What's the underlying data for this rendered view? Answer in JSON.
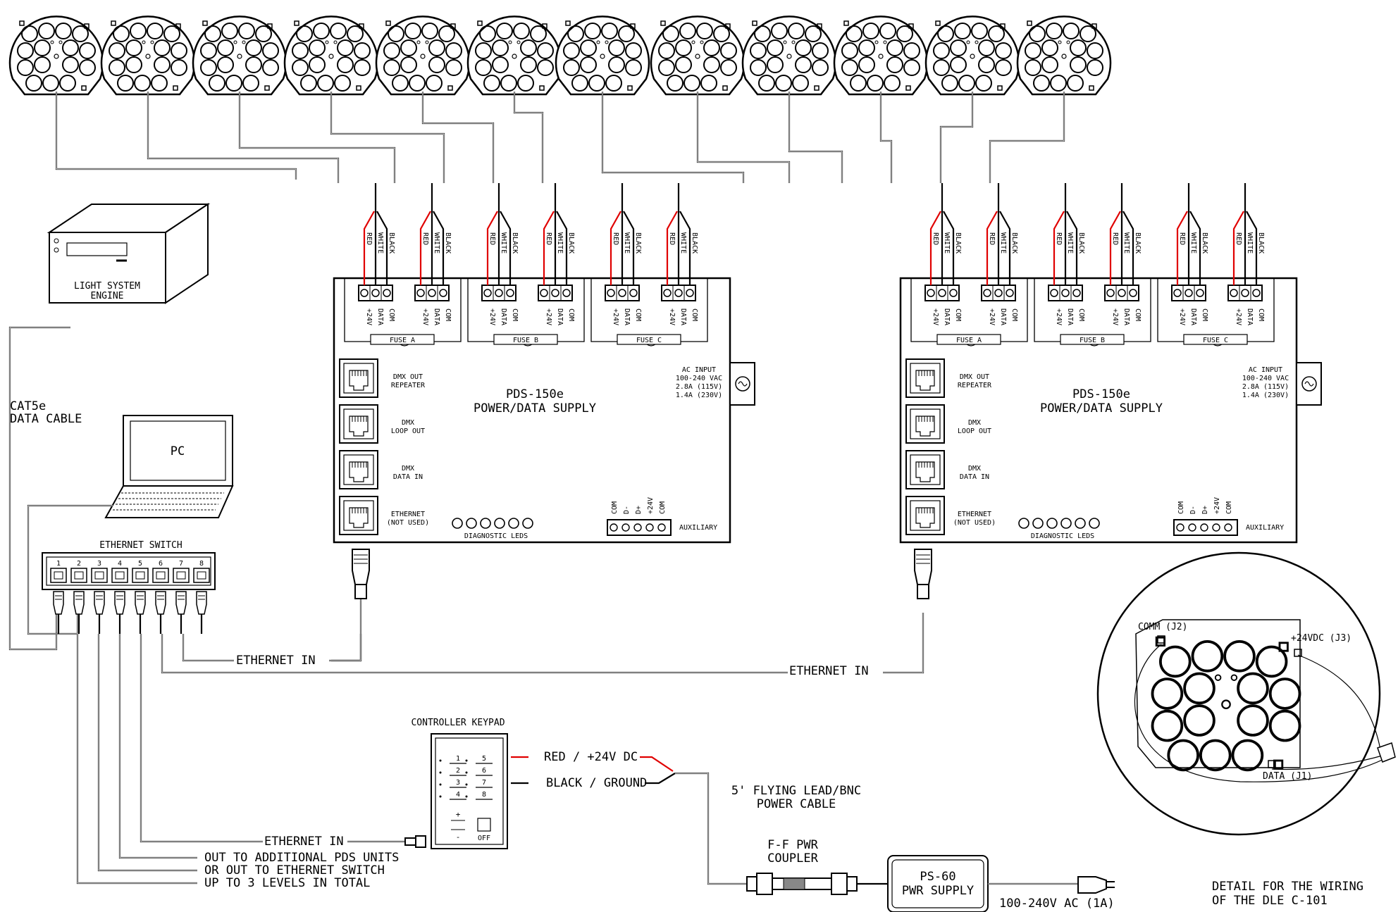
{
  "fixtures": {
    "count": 12
  },
  "wire_labels": {
    "red": "RED",
    "white": "WHITE",
    "black": "BLACK"
  },
  "terminal_labels": {
    "v24": "+24V",
    "data": "DATA",
    "com": "COM"
  },
  "pds": {
    "title": "PDS-150e",
    "subtitle": "POWER/DATA SUPPLY",
    "fuses": [
      "FUSE A",
      "FUSE B",
      "FUSE C"
    ],
    "ac_input": [
      "AC INPUT",
      "100-240 VAC",
      "2.8A (115V)",
      "1.4A (230V)"
    ],
    "ports": [
      [
        "DMX OUT",
        "REPEATER"
      ],
      [
        "DMX",
        "LOOP OUT"
      ],
      [
        "DMX",
        "DATA IN"
      ],
      [
        "ETHERNET",
        "(NOT USED)"
      ]
    ],
    "diagnostic": "DIAGNOSTIC LEDS",
    "auxiliary": "AUXILIARY",
    "aux_pins": [
      "COM",
      "D-",
      "D+",
      "+24V",
      "COM"
    ]
  },
  "engine": {
    "label": [
      "LIGHT SYSTEM",
      "ENGINE"
    ]
  },
  "cable": {
    "label": [
      "CAT5e",
      "DATA CABLE"
    ]
  },
  "pc": {
    "label": "PC"
  },
  "switch": {
    "title": "ETHERNET SWITCH",
    "ports": [
      "1",
      "2",
      "3",
      "4",
      "5",
      "6",
      "7",
      "8"
    ]
  },
  "ethernet_in": "ETHERNET IN",
  "out_note": [
    "OUT TO ADDITIONAL PDS UNITS",
    "OR OUT TO ETHERNET SWITCH",
    "UP TO 3 LEVELS IN TOTAL"
  ],
  "keypad": {
    "title": "CONTROLLER KEYPAD",
    "keys": [
      "1",
      "2",
      "3",
      "4",
      "5",
      "6",
      "7",
      "8"
    ],
    "plus": "+",
    "minus": "-",
    "off": "OFF"
  },
  "keypad_wires": {
    "red": "RED / +24V DC",
    "black": "BLACK / GROUND"
  },
  "flying_lead": [
    "5' FLYING LEAD/BNC",
    "POWER CABLE"
  ],
  "coupler": [
    "F-F PWR",
    "COUPLER"
  ],
  "ps60": {
    "label": [
      "PS-60",
      "PWR SUPPLY"
    ],
    "ac": "100-240V AC (1A)"
  },
  "detail": {
    "comm": "COMM (J2)",
    "v24": "+24VDC (J3)",
    "data": "DATA (J1)",
    "caption": [
      "DETAIL FOR THE WIRING",
      "OF THE DLE C-101"
    ]
  },
  "colors": {
    "red": "#e00000",
    "line": "#000000",
    "bg": "#ffffff"
  }
}
